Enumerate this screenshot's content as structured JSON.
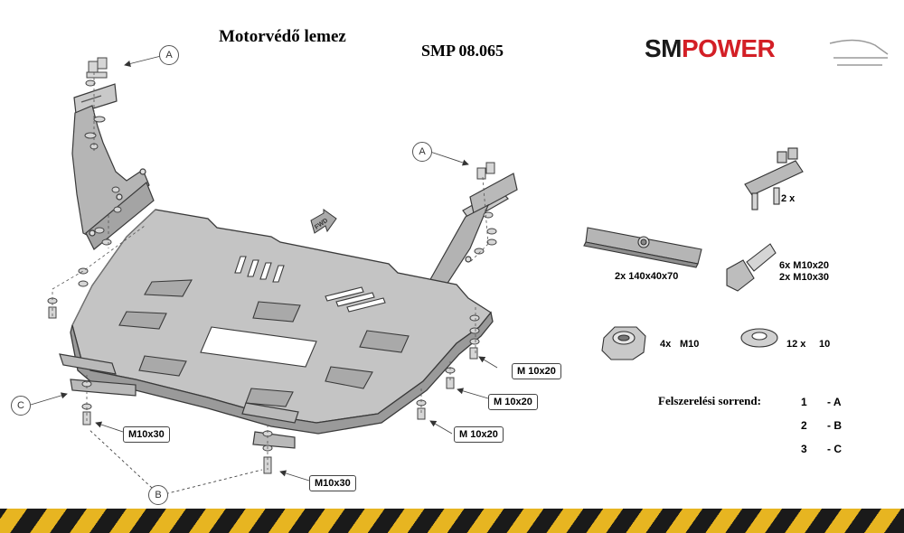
{
  "header": {
    "title": "Motorvédő lemez",
    "part_number": "SMP 08.065",
    "brand": "SMPOWER"
  },
  "diagram": {
    "labels": {
      "a": "A",
      "b": "B",
      "c": "C",
      "fwd": "FWD"
    },
    "callouts": {
      "m10x20_top": "M 10x20",
      "m10x20_mid": "M 10x20",
      "m10x20_low": "M 10x20",
      "m10x30_left": "M10x30",
      "m10x30_bottom": "M10x30"
    }
  },
  "kit": {
    "clamp_qty": "2 x",
    "plate": "2x 140x40x70",
    "bolts_line1": "6x M10x20",
    "bolts_line2": "2x M10x30",
    "nut_qty": "4x",
    "nut_size": "M10",
    "washer_qty": "12 x",
    "washer_size": "10"
  },
  "install_order": {
    "heading": "Felszerelési sorrend:",
    "steps": [
      {
        "num": "1",
        "label": "- A"
      },
      {
        "num": "2",
        "label": "- B"
      },
      {
        "num": "3",
        "label": "- C"
      }
    ]
  },
  "colors": {
    "metal_fill": "#c2c2c2",
    "metal_dark": "#8d8d8d",
    "outline": "#3a3a3a",
    "brand_black": "#1a1a1a",
    "brand_red": "#d31f26",
    "hazard_yellow": "#e7b521"
  }
}
